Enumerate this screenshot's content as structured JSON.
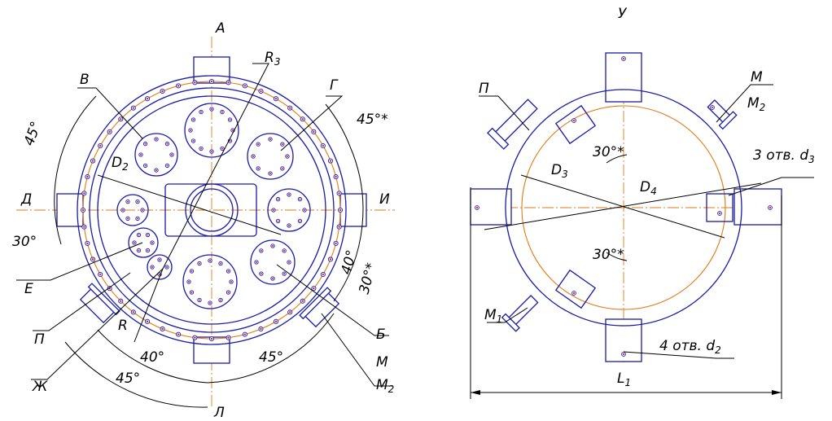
{
  "left_view": {
    "labels": {
      "A": "А",
      "B_top": "В",
      "G": "Г",
      "D": "Д",
      "I": "И",
      "E": "Е",
      "P": "П",
      "Zh": "Ж",
      "B_bottom": "Б",
      "L": "Л",
      "M": "M",
      "M2": "M",
      "M2_sub": "2",
      "R": "R",
      "R3": "R",
      "R3_sub": "3",
      "D2": "D",
      "D2_sub": "2"
    },
    "angles": {
      "left_upper": "45°",
      "right_upper": "45°*",
      "left_30": "30°",
      "right_40": "40°",
      "right_30": "30°*",
      "bottom_40": "40°",
      "bottom_45_right": "45°",
      "bottom_45_left": "45°"
    }
  },
  "right_view": {
    "labels": {
      "U": "У",
      "P": "П",
      "M": "M",
      "M2": "M",
      "M2_sub": "2",
      "M1": "M",
      "M1_sub": "1",
      "D3": "D",
      "D3_sub": "3",
      "D4": "D",
      "D4_sub": "4",
      "holes3": "3 отв. d",
      "holes3_sub": "3",
      "holes4": "4 отв. d",
      "holes4_sub": "2",
      "L1": "L",
      "L1_sub": "1"
    },
    "angles": {
      "upper_30": "30°*",
      "lower_30": "30°*"
    }
  }
}
